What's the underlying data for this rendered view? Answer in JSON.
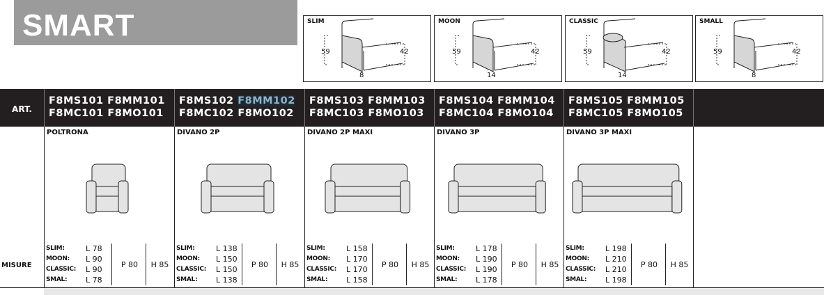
{
  "title": "SMART",
  "arm_types": [
    {
      "label": "SLIM",
      "height": "59",
      "seat": "42",
      "width": "8"
    },
    {
      "label": "MOON",
      "height": "59",
      "seat": "42",
      "width": "14"
    },
    {
      "label": "CLASSIC",
      "height": "59",
      "seat": "42",
      "width": "14"
    },
    {
      "label": "SMALL",
      "height": "59",
      "seat": "42",
      "width": "8"
    }
  ],
  "table": {
    "art_label": "ART.",
    "misure_label": "MISURE",
    "columns": [
      {
        "codes1": "F8MS101 F8MM101",
        "codes2": "F8MC101 F8MO101",
        "name": "POLTRONA",
        "l": [
          "L 78",
          "L 90",
          "L 90",
          "L 78"
        ],
        "p": "P 80",
        "h": "H 85"
      },
      {
        "codes1a": "F8MS102",
        "codes1b": "F8MM102",
        "codes2": "F8MC102 F8MO102",
        "name": "DIVANO 2P",
        "l": [
          "L 138",
          "L 150",
          "L 150",
          "L 138"
        ],
        "p": "P 80",
        "h": "H 85"
      },
      {
        "codes1": "F8MS103 F8MM103",
        "codes2": "F8MC103 F8MO103",
        "name": "DIVANO 2P MAXI",
        "l": [
          "L 158",
          "L 170",
          "L 170",
          "L 158"
        ],
        "p": "P 80",
        "h": "H 85"
      },
      {
        "codes1": "F8MS104 F8MM104",
        "codes2": "F8MC104 F8MO104",
        "name": "DIVANO 3P",
        "l": [
          "L 178",
          "L 190",
          "L 190",
          "L 178"
        ],
        "p": "P 80",
        "h": "H 85"
      },
      {
        "codes1": "F8MS105 F8MM105",
        "codes2": "F8MC105 F8MO105",
        "name": "DIVANO 3P MAXI",
        "l": [
          "L 198",
          "L 210",
          "L 210",
          "L 198"
        ],
        "p": "P 80",
        "h": "H 85"
      }
    ],
    "types": [
      "SLIM:",
      "MOON:",
      "CLASSIC:",
      "SMAL:"
    ]
  }
}
